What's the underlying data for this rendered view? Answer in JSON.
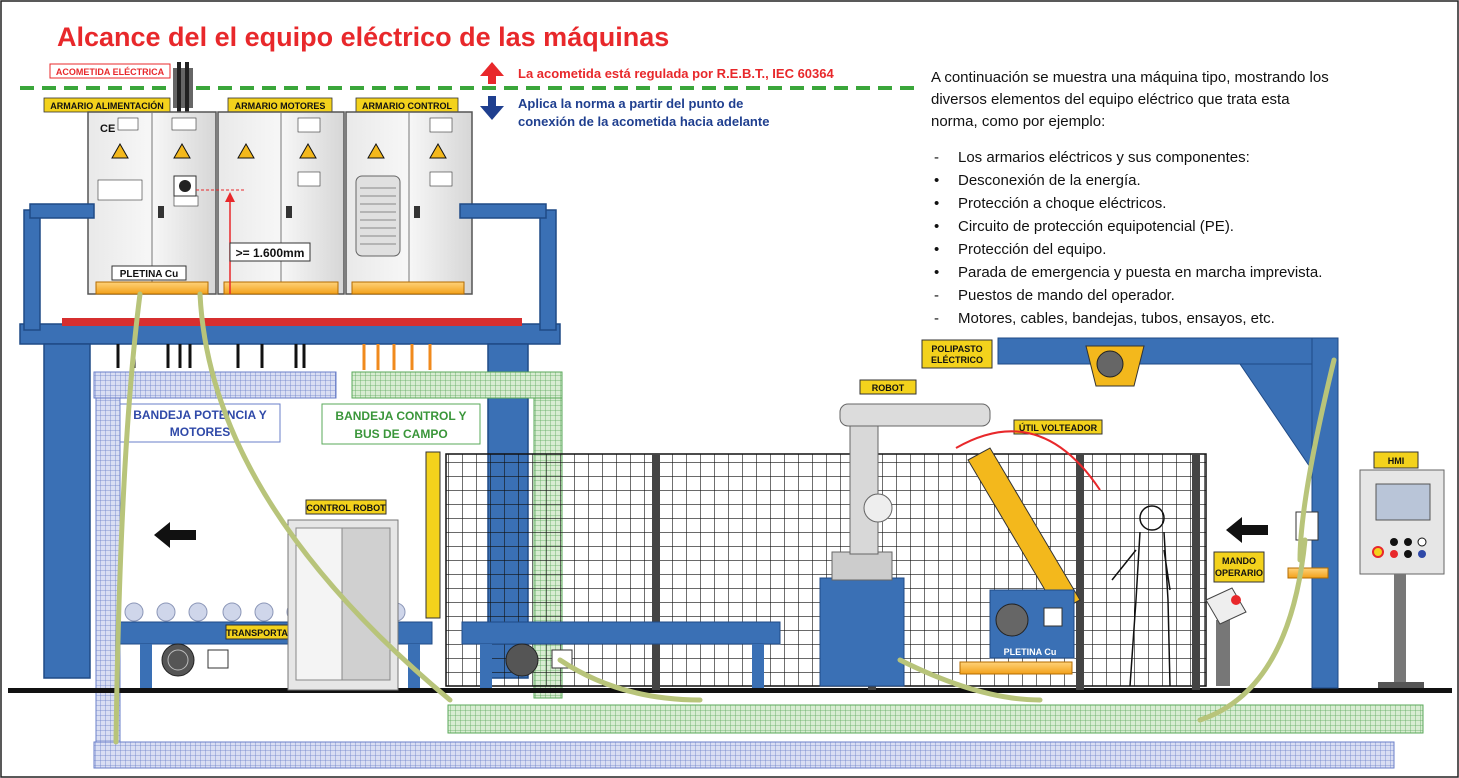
{
  "title": "Alcance del el equipo eléctrico de las máquinas",
  "legend": {
    "up": "La acometida está regulada por R.E.B.T., IEC 60364",
    "down_line1": "Aplica la norma a partir del punto de",
    "down_line2": "conexión de la acometida hacia adelante"
  },
  "intro": {
    "line1": "A continuación se muestra una máquina tipo, mostrando los",
    "line2": "diversos elementos del equipo eléctrico que trata esta",
    "line3": "norma, como por ejemplo:"
  },
  "items": [
    {
      "bullet": "-",
      "text": "Los armarios eléctricos y sus componentes:"
    },
    {
      "bullet": "•",
      "text": "Desconexión de la energía."
    },
    {
      "bullet": "•",
      "text": "Protección a choque eléctricos."
    },
    {
      "bullet": "•",
      "text": "Circuito de protección equipotencial (PE)."
    },
    {
      "bullet": "•",
      "text": "Protección del equipo."
    },
    {
      "bullet": "•",
      "text": "Parada de emergencia y puesta en marcha imprevista."
    },
    {
      "bullet": "-",
      "text": "Puestos de mando del operador."
    },
    {
      "bullet": "-",
      "text": "Motores, cables, bandejas, tubos, ensayos, etc."
    }
  ],
  "labels": {
    "acometida": "ACOMETIDA ELÉCTRICA",
    "armario_alimentacion": "ARMARIO ALIMENTACIÓN",
    "armario_motores": "ARMARIO MOTORES",
    "armario_control": "ARMARIO CONTROL",
    "pletina_cu": "PLETINA Cu",
    "height": ">= 1.600mm",
    "ce_mark": "CE",
    "bandeja_potencia_1": "BANDEJA POTENCIA Y",
    "bandeja_potencia_2": "MOTORES",
    "bandeja_control_1": "BANDEJA CONTROL Y",
    "bandeja_control_2": "BUS DE CAMPO",
    "control_robot": "CONTROL ROBOT",
    "transportador": "TRANSPORTADOR",
    "robot": "ROBOT",
    "util_volteador": "ÚTIL VOLTEADOR",
    "polipasto_1": "POLIPASTO",
    "polipasto_2": "ELÉCTRICO",
    "mando_1": "MANDO",
    "mando_2": "OPERARIO",
    "hmi": "HMI",
    "pletina_cu_2": "PLETINA Cu"
  },
  "colors": {
    "title_red": "#e8282b",
    "legend_blue": "#1f3f8f",
    "structure_blue": "#3a70b5",
    "cable_green": "#b8c47a",
    "tray_green": "#5aa85a",
    "tray_blue": "#6a7fc8",
    "label_yellow": "#f3d21c",
    "dashed_green": "#3aa63a"
  }
}
